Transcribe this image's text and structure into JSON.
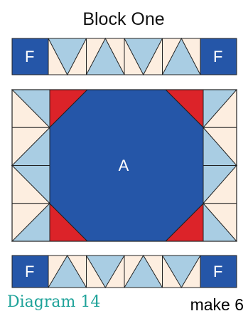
{
  "title": "Block One",
  "strip_label": "F",
  "center_label": "A",
  "caption": "Diagram 14",
  "quantity_note": "make 6",
  "colors": {
    "blue": "#2556a8",
    "light_blue": "#a9cde3",
    "cream": "#fdeee0",
    "red": "#dc2329",
    "outline": "#222222",
    "caption": "#1fa39a"
  }
}
